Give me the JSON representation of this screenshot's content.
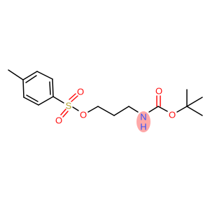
{
  "atoms": {
    "sulfur": "S",
    "sulfonyl_o1": "O",
    "sulfonyl_o2": "O",
    "ester_o": "O",
    "nitrogen": "N",
    "hydrogen": "H",
    "carbonyl_o": "O",
    "carbamate_o": "O"
  },
  "colors": {
    "bond": "#000000",
    "oxygen": "#ff0d0d",
    "nitrogen": "#3050f8",
    "sulfur": "#b2a22a",
    "highlight": "#ff9999"
  }
}
